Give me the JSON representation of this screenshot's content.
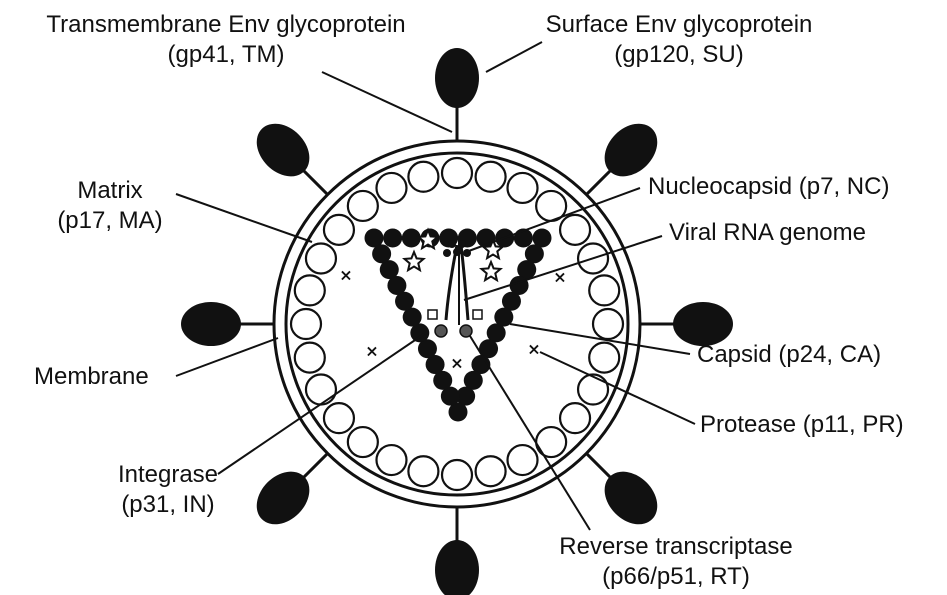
{
  "labels": {
    "transmembrane": {
      "line1": "Transmembrane Env glycoprotein",
      "line2": "(gp41, TM)"
    },
    "surface": {
      "line1": "Surface Env glycoprotein",
      "line2": "(gp120, SU)"
    },
    "matrix": {
      "line1": "Matrix",
      "line2": "(p17, MA)"
    },
    "nucleocapsid": {
      "line1": "Nucleocapsid (p7, NC)"
    },
    "rna": {
      "line1": "Viral RNA genome"
    },
    "membrane": {
      "line1": "Membrane"
    },
    "capsid": {
      "line1": "Capsid (p24, CA)"
    },
    "protease": {
      "line1": "Protease (p11, PR)"
    },
    "integrase": {
      "line1": "Integrase",
      "line2": "(p31, IN)"
    },
    "rt": {
      "line1": "Reverse transcriptase",
      "line2": "(p66/p51, RT)"
    }
  },
  "colors": {
    "ink": "#111111",
    "background": "#ffffff"
  }
}
